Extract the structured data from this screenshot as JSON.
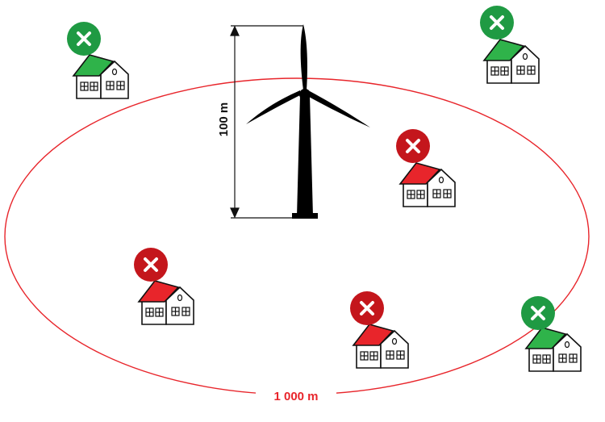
{
  "height_label": "100 m",
  "radius_label": "1 000 m",
  "colors": {
    "circle": "#e8252b",
    "outside_roof": "#2fb34a",
    "outside_badge": "#1f9a43",
    "inside_roof": "#e8252b",
    "inside_badge": "#c4161c",
    "turbine": "#000000"
  },
  "houses": [
    {
      "name": "house-top-left",
      "zone": "outside",
      "badge_icon": "x-icon"
    },
    {
      "name": "house-top-right",
      "zone": "outside",
      "badge_icon": "x-icon"
    },
    {
      "name": "house-center-right",
      "zone": "inside",
      "badge_icon": "x-icon"
    },
    {
      "name": "house-bottom-left",
      "zone": "inside",
      "badge_icon": "x-icon"
    },
    {
      "name": "house-bottom-center",
      "zone": "inside",
      "badge_icon": "x-icon"
    },
    {
      "name": "house-bottom-right",
      "zone": "outside",
      "badge_icon": "x-icon"
    }
  ]
}
